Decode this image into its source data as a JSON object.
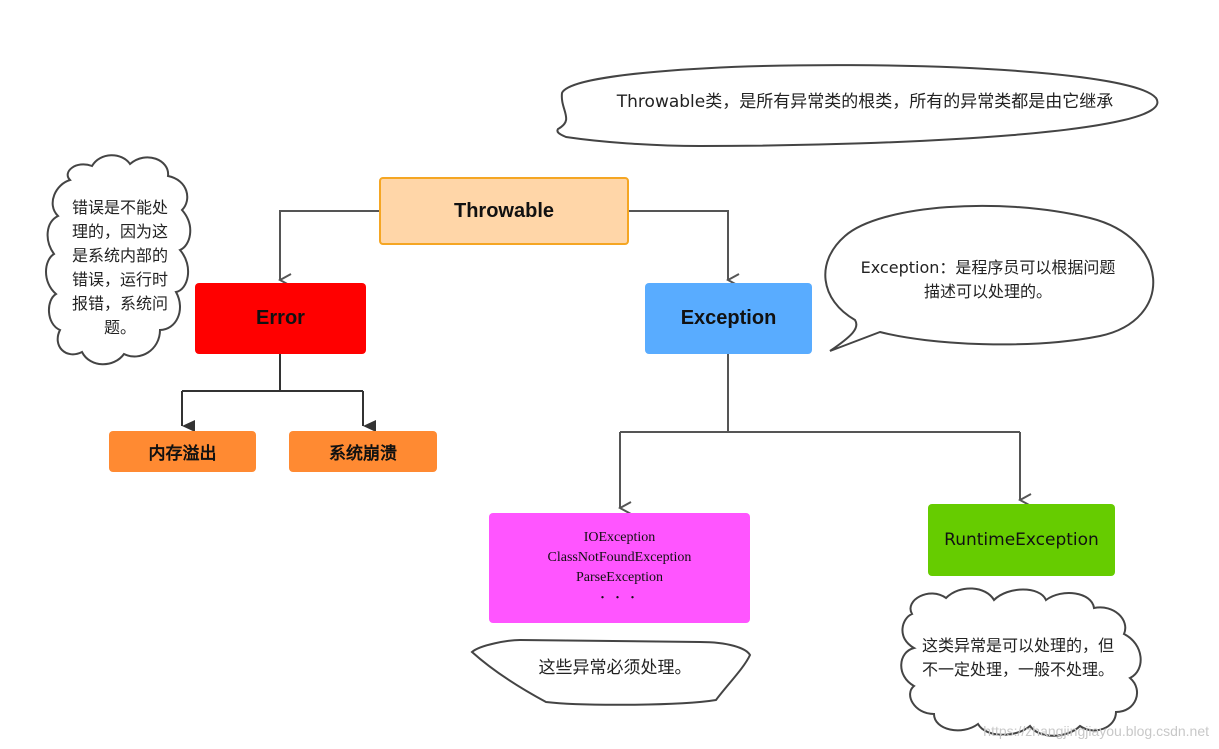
{
  "nodes": {
    "throwable": "Throwable",
    "error": "Error",
    "exception": "Exception",
    "out_of_memory": "内存溢出",
    "system_crash": "系统崩溃",
    "checked_list": [
      "IOException",
      "ClassNotFoundException",
      "ParseException",
      "・・・"
    ],
    "runtime_exception": "RuntimeException"
  },
  "notes": {
    "throwable": "Throwable类，是所有异常类的根类，所有的异常类都是由它继承",
    "error": [
      "错误是不能处",
      "理的，因为这",
      "是系统内部的",
      "错误，运行时",
      "报错，系统问",
      "题。"
    ],
    "exception": [
      "Exception：是程序员可以根据问题",
      "描述可以处理的。"
    ],
    "checked": "这些异常必须处理。",
    "runtime": [
      "这类异常是可以处理的，但",
      "不一定处理，一般不处理。"
    ]
  },
  "watermark": "https://zhangjingjiayou.blog.csdn.net",
  "colors": {
    "throwable_fill": "#ffd6a8",
    "throwable_border": "#f5a623",
    "error_fill": "#ff0000",
    "exception_fill": "#59acff",
    "leaf_orange": "#ff8a32",
    "checked_fill": "#ff55ff",
    "runtime_fill": "#66cc00",
    "edge": "#555555"
  }
}
